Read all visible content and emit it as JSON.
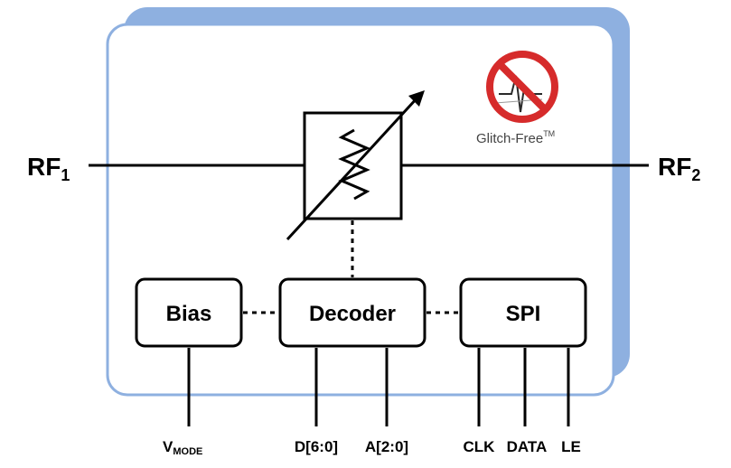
{
  "ports": {
    "rf_in": {
      "main": "RF",
      "sub": "1"
    },
    "rf_out": {
      "main": "RF",
      "sub": "2"
    }
  },
  "blocks": {
    "bias": "Bias",
    "decoder": "Decoder",
    "spi": "SPI"
  },
  "pins": {
    "vmode": {
      "main": "V",
      "sub": "MODE"
    },
    "d": "D[6:0]",
    "a": "A[2:0]",
    "clk": "CLK",
    "data": "DATA",
    "le": "LE"
  },
  "badge": {
    "text": "Glitch-Free",
    "mark": "TM"
  },
  "colors": {
    "panel_shadow": "#8eb0e0",
    "panel_border": "#8eb0e0",
    "prohibit_red": "#d62b2b"
  },
  "icons": [
    "attenuator-icon",
    "no-glitch-icon"
  ]
}
